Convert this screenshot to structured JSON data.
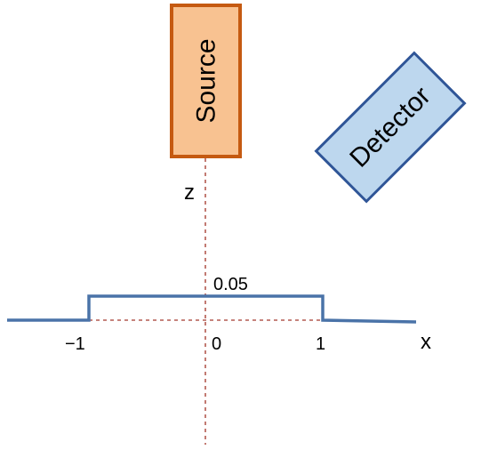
{
  "diagram": {
    "source_label": "Source",
    "detector_label": "Detector",
    "z_axis_label": "z",
    "x_axis_label": "x",
    "height_label": "0.05",
    "tick_minus_one": "−1",
    "tick_zero": "0",
    "tick_one": "1"
  },
  "colors": {
    "source_fill": "#F8C291",
    "source_border": "#C55A11",
    "detector_fill": "#BDD7EE",
    "detector_border": "#2F5597",
    "profile_line": "#4A73A8",
    "dashed_line": "#B45A50"
  },
  "profile": {
    "description_values": {
      "x_left_edge": -1,
      "x_right_edge": 1,
      "height": 0.05
    }
  }
}
